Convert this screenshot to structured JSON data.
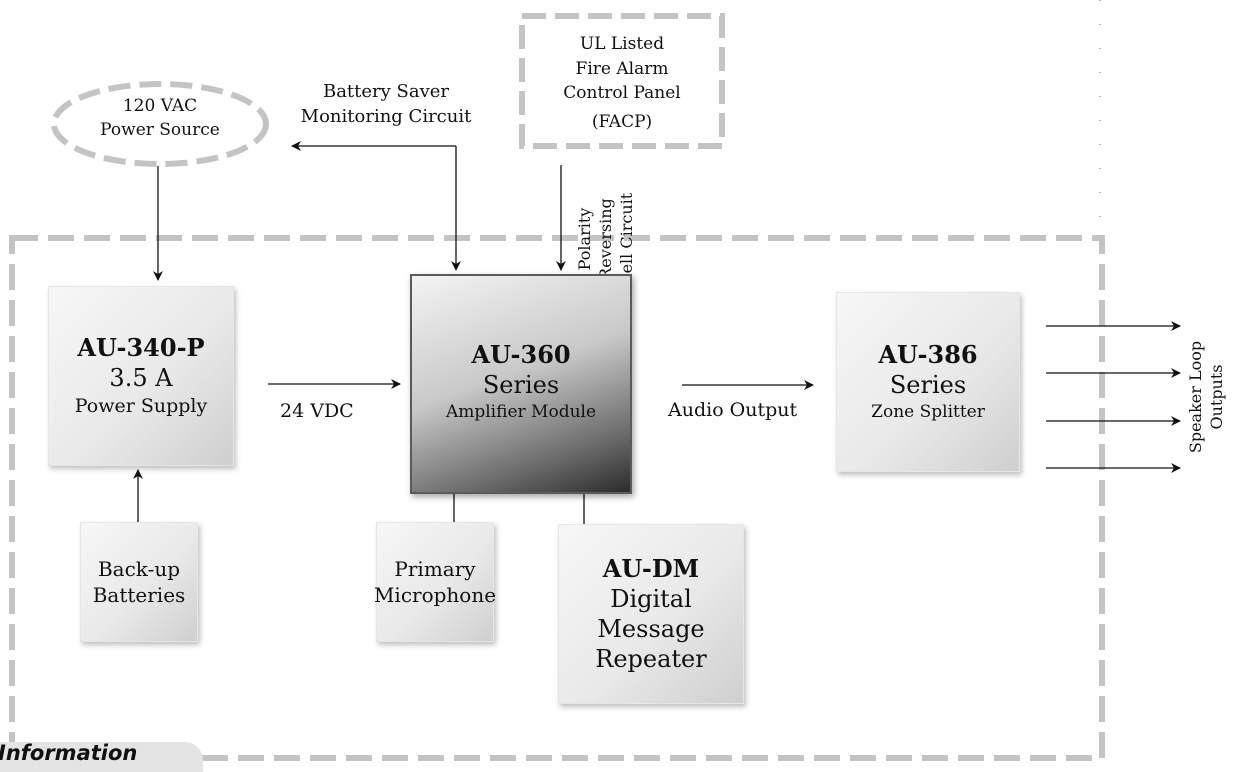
{
  "diagram": {
    "power_source": {
      "line1": "120 VAC",
      "line2": "Power Source"
    },
    "battery_saver": {
      "line1": "Battery Saver",
      "line2": "Monitoring Circuit"
    },
    "facp": {
      "line1": "UL Listed",
      "line2": "Fire Alarm",
      "line3": "Control Panel",
      "line4": "(FACP)"
    },
    "bell_circuit": {
      "line1": "Polarity",
      "line2": "Reversing",
      "line3": "Bell Circuit"
    },
    "power_supply": {
      "model": "AU-340-P",
      "rating": "3.5 A",
      "desc": "Power Supply"
    },
    "voltage_label": "24 VDC",
    "amplifier": {
      "model": "AU-360",
      "series": "Series",
      "desc": "Amplifier Module"
    },
    "audio_output_label": "Audio Output",
    "zone_splitter": {
      "model": "AU-386",
      "series": "Series",
      "desc": "Zone Splitter"
    },
    "speaker_outputs": {
      "line1": "Speaker Loop",
      "line2": "Outputs"
    },
    "batteries": {
      "line1": "Back-up",
      "line2": "Batteries"
    },
    "microphone": {
      "line1": "Primary",
      "line2": "Microphone"
    },
    "digital_message": {
      "model": "AU-DM",
      "line1": "Digital Message",
      "line2": "Repeater"
    }
  },
  "footer": {
    "info_tab_label": "Information"
  },
  "colors": {
    "dash_gray": "#c4c4c4",
    "arrow": "#111111",
    "tab_gray": "#e4e4e4"
  }
}
